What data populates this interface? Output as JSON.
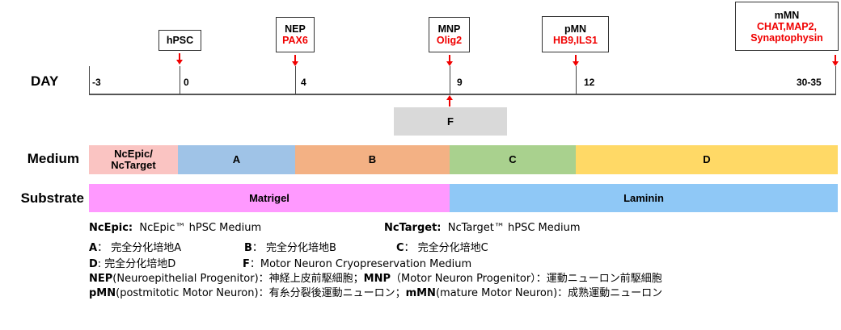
{
  "row_labels": {
    "day": "DAY",
    "medium": "Medium",
    "substrate": "Substrate"
  },
  "timeline": {
    "days": [
      "-3",
      "0",
      "4",
      "9",
      "12",
      "30-35"
    ]
  },
  "stages": [
    {
      "name": "hPSC",
      "marker": "",
      "day": "0"
    },
    {
      "name": "NEP",
      "marker": "PAX6",
      "day": "4"
    },
    {
      "name": "MNP",
      "marker": "Olig2",
      "day": "9"
    },
    {
      "name": "pMN",
      "marker": "HB9,ILS1",
      "day": "12"
    },
    {
      "name": "mMN",
      "marker": "CHAT,MAP2,",
      "marker2": "Synaptophysin",
      "day": "30-35"
    }
  ],
  "f_box": {
    "label": "F",
    "day": "9"
  },
  "medium": [
    {
      "label1": "NcEpic/",
      "label2": "NcTarget",
      "from": "-3",
      "to": "0",
      "color": "#fac4c2"
    },
    {
      "label": "A",
      "from": "0",
      "to": "4",
      "color": "#9fc3e7"
    },
    {
      "label": "B",
      "from": "4",
      "to": "9",
      "color": "#f3b184"
    },
    {
      "label": "C",
      "from": "9",
      "to": "12",
      "color": "#a9d18e"
    },
    {
      "label": "D",
      "from": "12",
      "to": "30-35",
      "color": "#ffd966"
    }
  ],
  "substrate": [
    {
      "label": "Matrigel",
      "from": "-3",
      "to": "9",
      "color": "#ff99ff"
    },
    {
      "label": "Laminin",
      "from": "9",
      "to": "30-35",
      "color": "#8fc8f6"
    }
  ],
  "colors": {
    "marker_red": "#f00000",
    "arrow_red": "#f00000",
    "f_box": "#d9d9d9",
    "axis": "#555555"
  },
  "legend": {
    "ncepic_key": "NcEpic:",
    "ncepic_val": "NcEpic™ hPSC Medium",
    "nctarget_key": "NcTarget:",
    "nctarget_val": "NcTarget™ hPSC Medium",
    "a_key": "A",
    "a_val": "： 完全分化培地A",
    "b_key": "B",
    "b_val": "： 完全分化培地B",
    "c_key": "C",
    "c_val": "： 完全分化培地C",
    "d_key": "D",
    "d_val": ": 完全分化培地D",
    "f_key": "F",
    "f_val": "：Motor Neuron Cryopreservation Medium",
    "nep_key": "NEP",
    "nep_val": "(Neuroepithelial Progenitor)：神経上皮前駆細胞；",
    "mnp_key": "MNP",
    "mnp_val": "（Motor Neuron Progenitor）：運動ニューロン前駆細胞",
    "pmn_key": "pMN",
    "pmn_val": "(postmitotic Motor Neuron)：有糸分裂後運動ニューロン；",
    "mmn_key": "mMN",
    "mmn_val": "(mature Motor Neuron)：成熟運動ニューロン"
  }
}
